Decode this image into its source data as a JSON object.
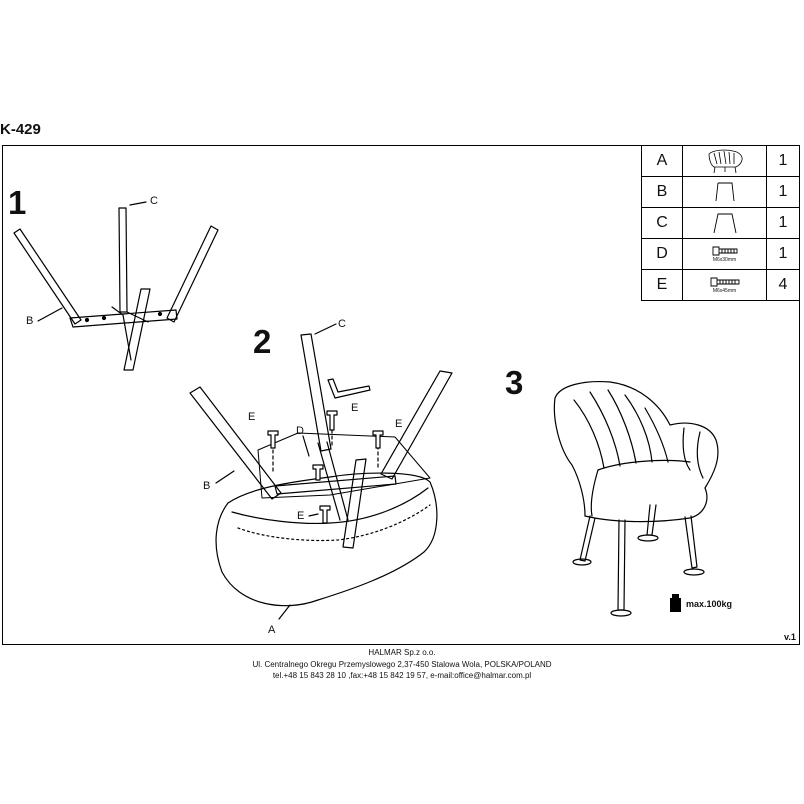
{
  "model": "K-429",
  "parts": [
    {
      "code": "A",
      "qty": "1",
      "spec": "",
      "icon": "armchair-seat-icon"
    },
    {
      "code": "B",
      "qty": "1",
      "spec": "",
      "icon": "rear-leg-frame-icon"
    },
    {
      "code": "C",
      "qty": "1",
      "spec": "",
      "icon": "front-leg-frame-icon"
    },
    {
      "code": "D",
      "qty": "1",
      "spec": "M6x30mm",
      "icon": "bolt-icon"
    },
    {
      "code": "E",
      "qty": "4",
      "spec": "M6x45mm",
      "icon": "bolt-icon"
    }
  ],
  "steps": {
    "s1": "1",
    "s2": "2",
    "s3": "3"
  },
  "callouts": {
    "c1": "C",
    "b1": "B",
    "c2": "C",
    "b2": "B",
    "d2": "D",
    "e2a": "E",
    "e2b": "E",
    "e2c": "E",
    "e2d": "E",
    "a2": "A"
  },
  "weight_limit": "max.100kg",
  "version": "v.1",
  "footer": {
    "company": "HALMAR Sp.z o.o.",
    "address": "Ul. Centralnego Okregu Przemyslowego 2,37-450 Stalowa Wola, POLSKA/POLAND",
    "contact": "tel.+48 15 843 28 10 ,fax:+48 15 842 19 57, e-mail:office@halmar.com.pl"
  }
}
